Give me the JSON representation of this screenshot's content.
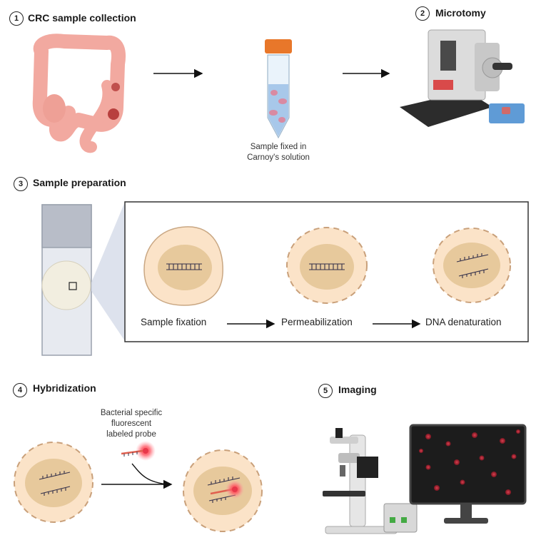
{
  "steps": [
    {
      "number": "1",
      "title": "CRC sample collection"
    },
    {
      "number": "2",
      "title": "Microtomy"
    },
    {
      "number": "3",
      "title": "Sample preparation"
    },
    {
      "number": "4",
      "title": "Hybridization"
    },
    {
      "number": "5",
      "title": "Imaging"
    }
  ],
  "tube_caption": {
    "line1": "Sample fixed in",
    "line2": "Carnoy's solution"
  },
  "prep_steps": [
    "Sample fixation",
    "Permeabilization",
    "DNA denaturation"
  ],
  "probe_caption": {
    "line1": "Bacterial specific",
    "line2": "fluorescent",
    "line3": "labeled probe"
  },
  "colors": {
    "tissue_pink": "#f2a9a0",
    "cap_orange": "#e8772a",
    "cell_outer": "#fbe3c8",
    "cell_inner": "#e7c99c",
    "probe_red": "#e8384a",
    "monitor_screen": "#1c1c1c"
  }
}
